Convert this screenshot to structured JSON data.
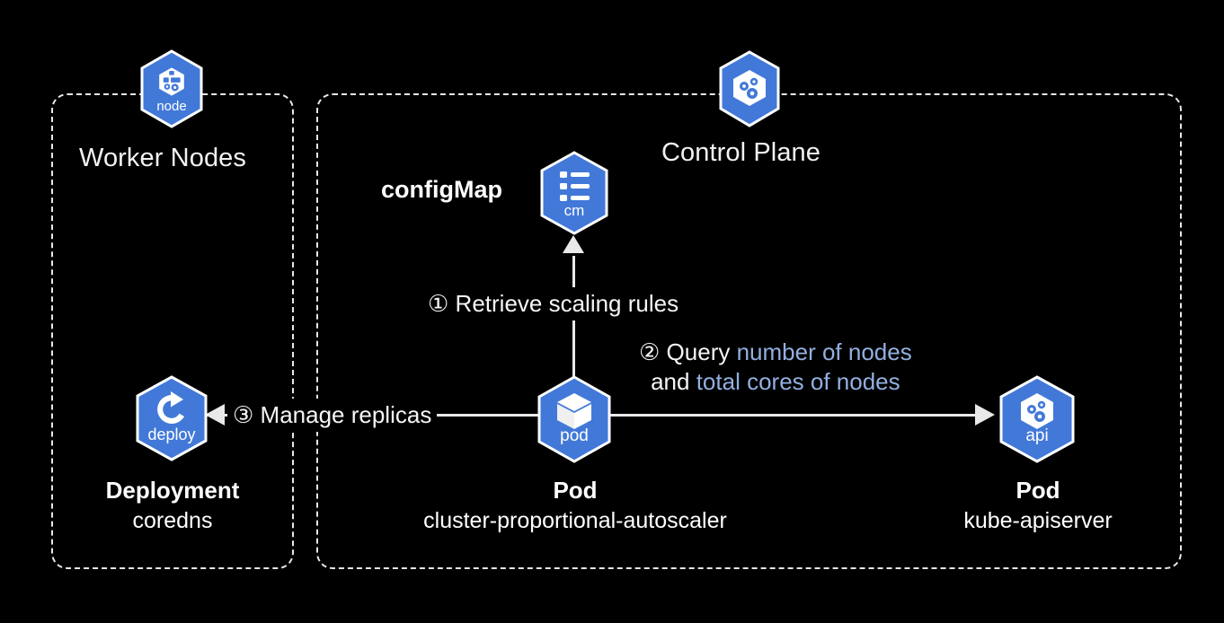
{
  "diagram": {
    "title": "Kubernetes cluster-proportional-autoscaler flow",
    "background": "#000000",
    "accent_color": "#93b0e0",
    "icon_blue": "#4279d8",
    "line_color": "#e9e9e9"
  },
  "zones": [
    {
      "id": "worker",
      "label": "Worker Nodes",
      "icon": "k8s-node-icon",
      "icon_label": "node"
    },
    {
      "id": "control",
      "label": "Control Plane",
      "icon": "k8s-control-plane-icon",
      "icon_label": ""
    }
  ],
  "entities": {
    "configmap": {
      "label": "configMap",
      "icon_label": "cm",
      "icon": "k8s-configmap-icon"
    },
    "deployment": {
      "title": "Deployment",
      "subtitle": "coredns",
      "icon_label": "deploy",
      "icon": "k8s-deployment-icon"
    },
    "pod_autoscaler": {
      "title": "Pod",
      "subtitle": "cluster-proportional-autoscaler",
      "icon_label": "pod",
      "icon": "k8s-pod-icon"
    },
    "pod_apiserver": {
      "title": "Pod",
      "subtitle": "kube-apiserver",
      "icon_label": "api",
      "icon": "k8s-apiserver-icon"
    }
  },
  "steps": [
    {
      "number": "①",
      "text": "Retrieve scaling rules",
      "from": "pod_autoscaler",
      "to": "configmap",
      "direction": "up"
    },
    {
      "number": "②",
      "line1_prefix": "Query ",
      "line1_accent": "number of nodes",
      "line2_prefix": "and ",
      "line2_accent": "total cores of nodes",
      "from": "pod_autoscaler",
      "to": "pod_apiserver",
      "direction": "right"
    },
    {
      "number": "③",
      "text": "Manage replicas",
      "from": "pod_autoscaler",
      "to": "deployment",
      "direction": "left"
    }
  ]
}
